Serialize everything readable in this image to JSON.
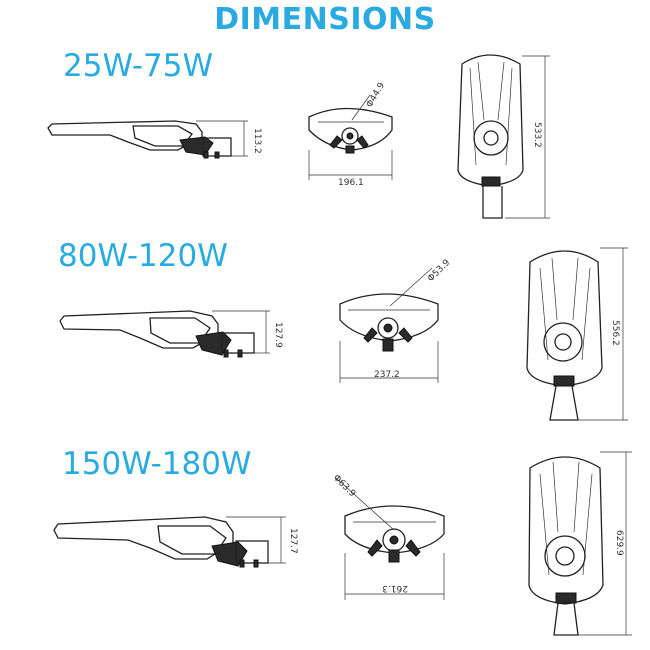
{
  "header": {
    "title": "DIMENSIONS"
  },
  "colors": {
    "accent": "#29abe2",
    "line": "#222222"
  },
  "sections": [
    {
      "model": "25W-75W",
      "side_height": "113.2",
      "front_dia": "Φ44.9",
      "front_width": "196.1",
      "top_length": "533.2"
    },
    {
      "model": "80W-120W",
      "side_height": "127.9",
      "front_dia": "Φ53.9",
      "front_width": "237.2",
      "top_length": "556.2"
    },
    {
      "model": "150W-180W",
      "side_height": "127.7",
      "front_dia": "Φ63.9",
      "front_width": "261.3",
      "top_length": "629.9"
    }
  ]
}
